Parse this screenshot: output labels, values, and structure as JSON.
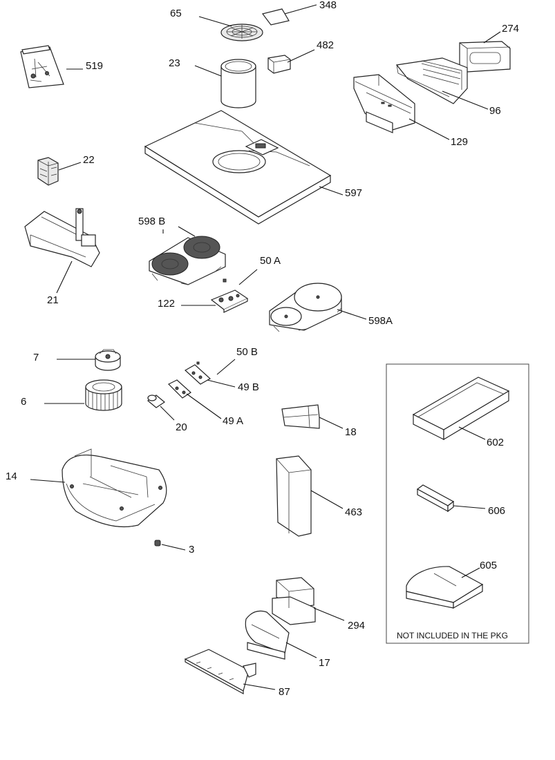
{
  "labels": {
    "p65": "65",
    "p348": "348",
    "p519": "519",
    "p23": "23",
    "p482": "482",
    "p274": "274",
    "p96": "96",
    "p129": "129",
    "p22": "22",
    "p597": "597",
    "p598b": "598 B",
    "p21": "21",
    "p50a": "50 A",
    "p122": "122",
    "p598a": "598A",
    "p7": "7",
    "p50b": "50 B",
    "p49b": "49 B",
    "p6": "6",
    "p20": "20",
    "p49a": "49 A",
    "p18": "18",
    "p602": "602",
    "p14": "14",
    "p463": "463",
    "p606": "606",
    "p3": "3",
    "p605": "605",
    "p294": "294",
    "p17": "17",
    "p87": "87"
  },
  "note": "NOT INCLUDED IN THE PKG"
}
